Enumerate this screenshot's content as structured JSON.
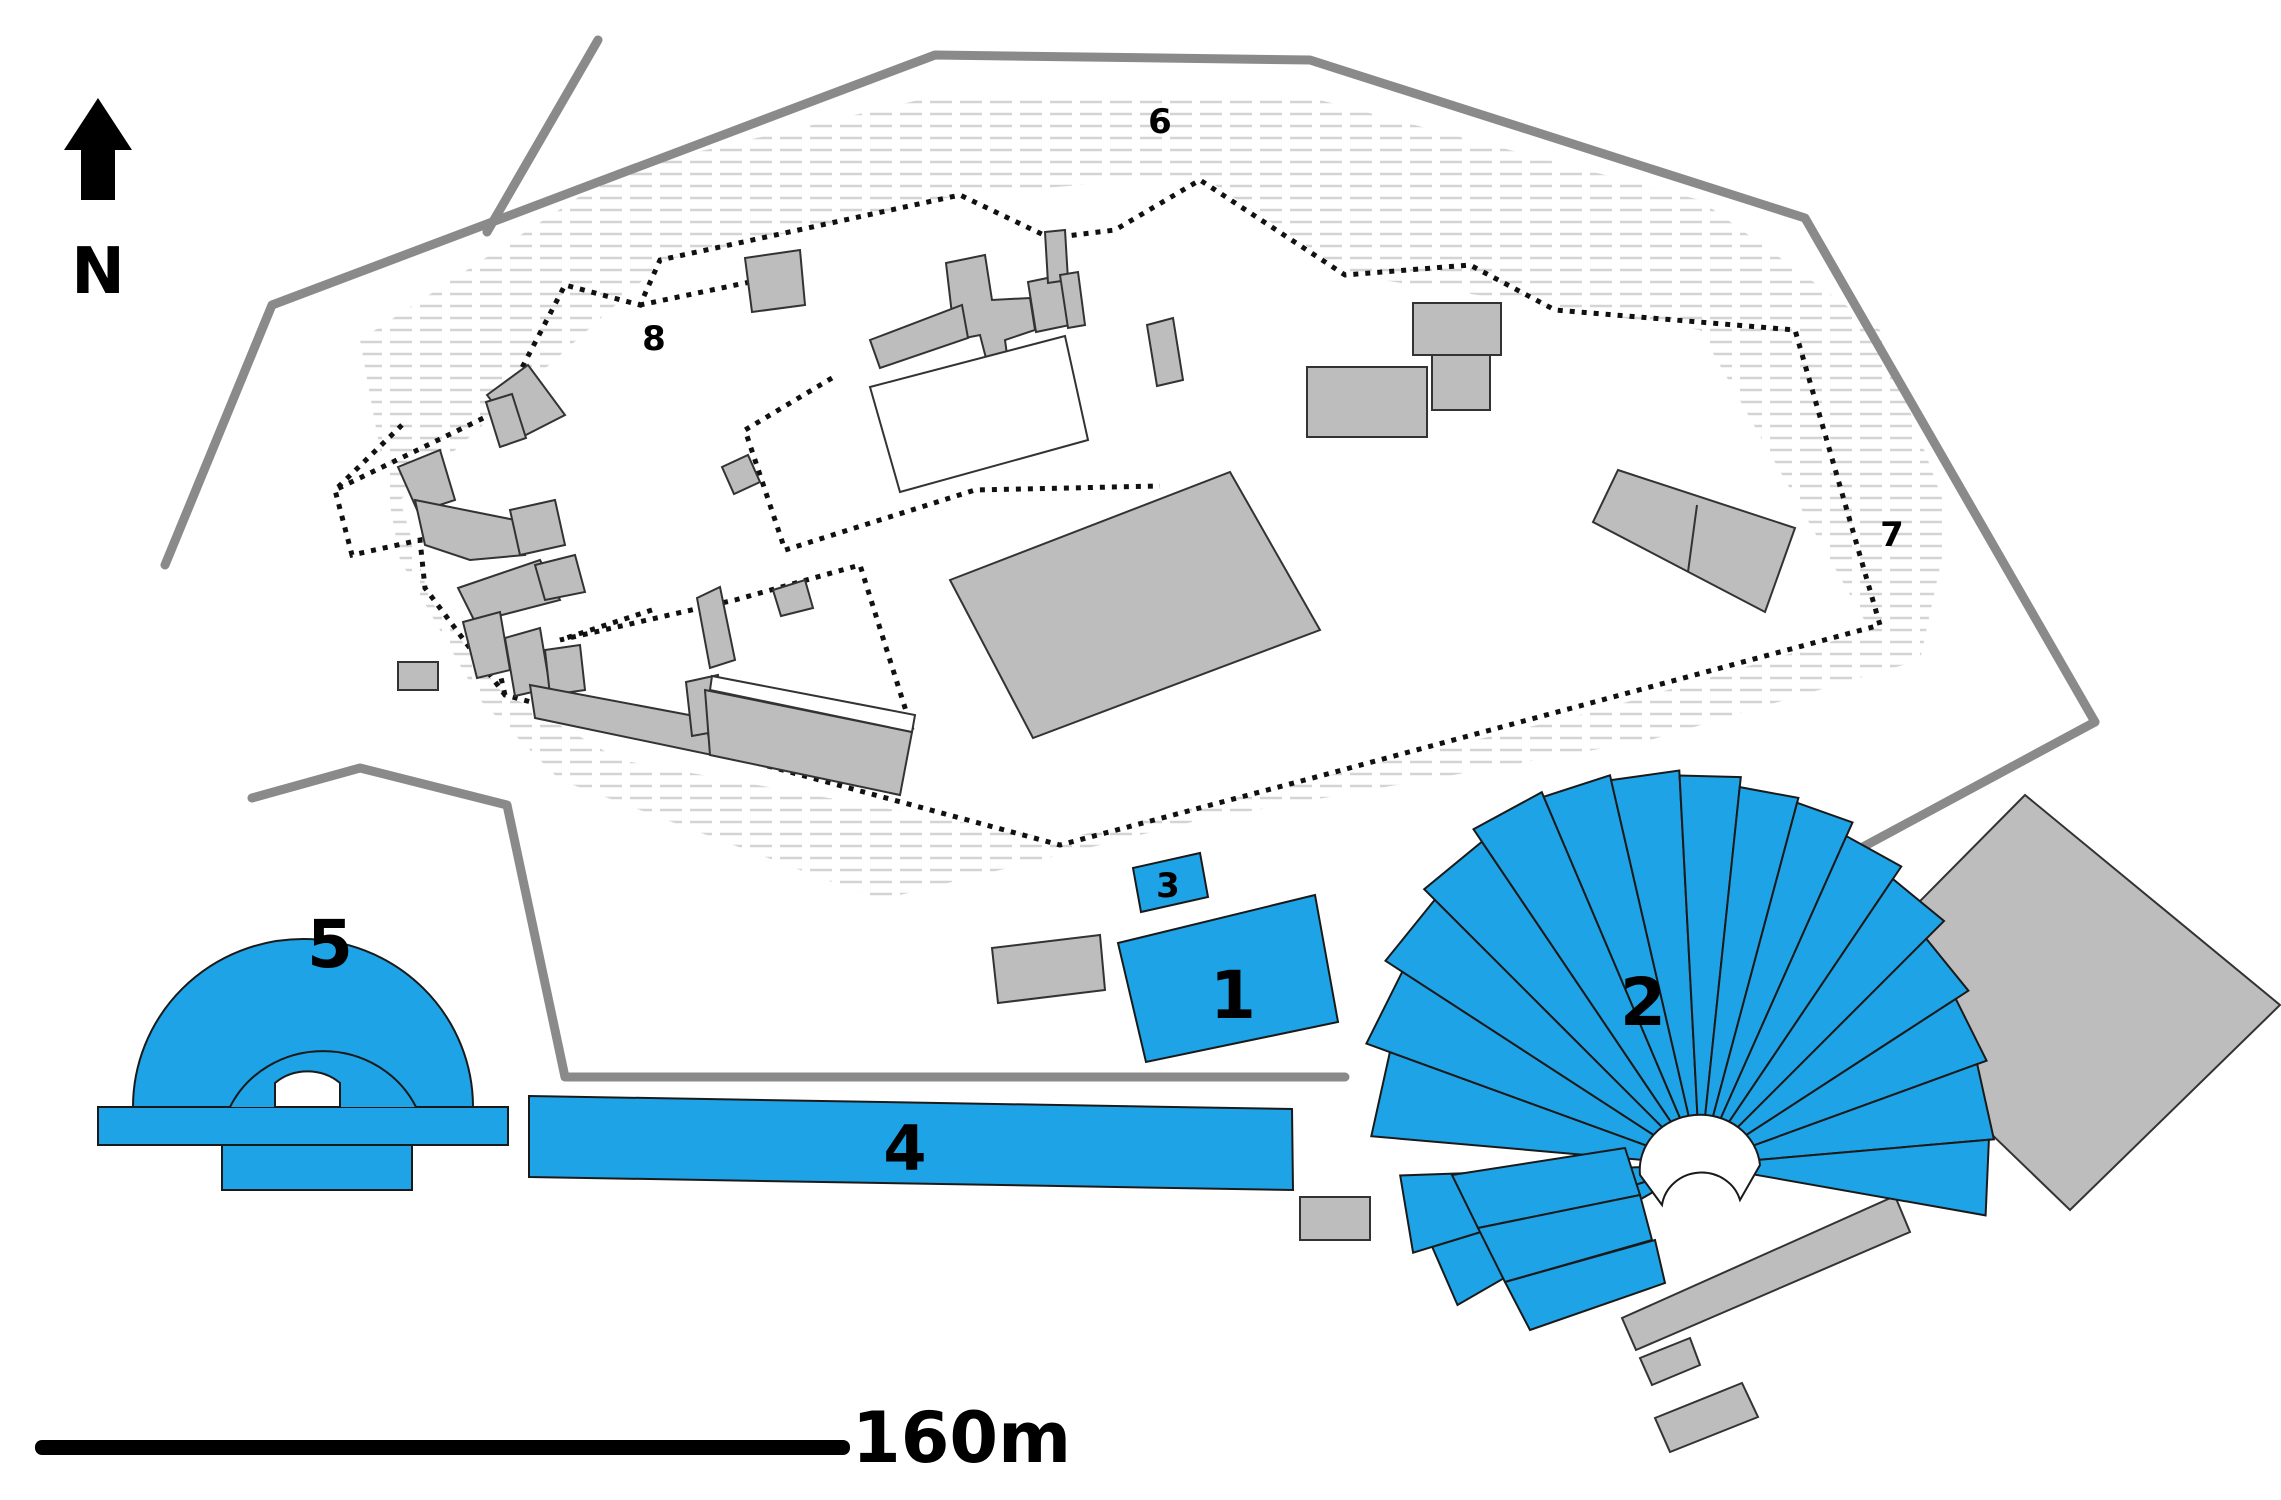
{
  "compass": {
    "label": "N",
    "icon": "north-arrow-icon"
  },
  "scale_bar": {
    "label": "160m"
  },
  "site_labels": [
    "1",
    "2",
    "3",
    "4",
    "5",
    "6",
    "7",
    "8"
  ],
  "colors": {
    "highlight": "#1ea3e6",
    "building": "#bdbdbd",
    "wall": "#8a8a8a",
    "hatch": "#d4d4d4",
    "background": "#ffffff"
  }
}
